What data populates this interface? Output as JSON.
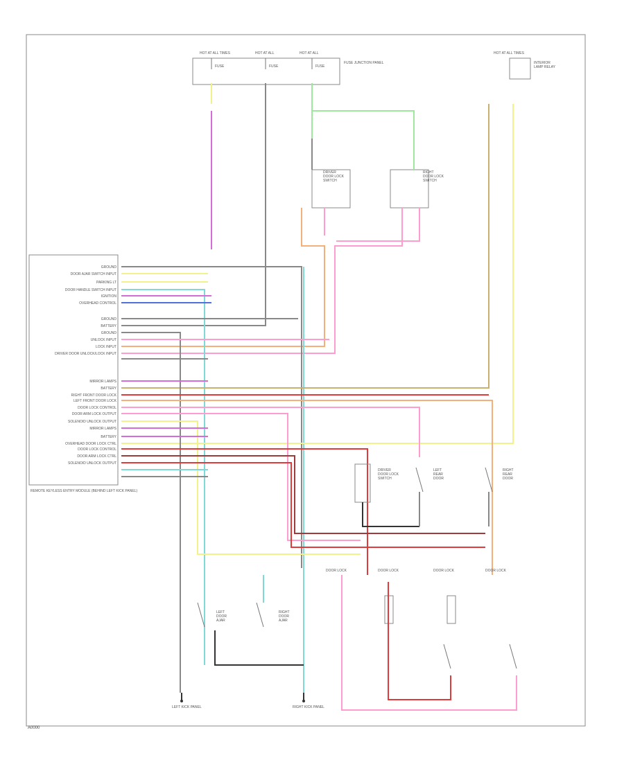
{
  "diagram": {
    "corner_code": "A0000",
    "colors": {
      "pink": "#ff9ccf",
      "magenta": "#d46bd6",
      "yellow": "#f2f28a",
      "light_green": "#9ee89e",
      "cyan": "#7ed9d9",
      "blue": "#4f6fd9",
      "orange": "#f5b07a",
      "red": "#e03a3a",
      "dark_red": "#a03a3a",
      "gray": "#888888",
      "black": "#333333",
      "tan": "#c8b070"
    },
    "module_labels": [
      "GROUND",
      "DOOR AJAR SWITCH INPUT",
      "PARKING LT",
      "DOOR HANDLE SWITCH INPUT",
      "IGNITION",
      "OVERHEAD CONTROL",
      "GROUND",
      "BATTERY",
      "GROUND",
      "UNLOCK INPUT",
      "LOCK INPUT",
      "DRIVER DOOR UNLOCK/LOCK INPUT",
      "MIRROR LAMPS",
      "BATTERY",
      "RIGHT FRONT DOOR LOCK",
      "LEFT FRONT DOOR LOCK",
      "DOOR LOCK CONTROL",
      "DOOR ARM LOCK OUTPUT",
      "SOLENOID UNLOCK OUTPUT",
      "MIRROR LAMPS",
      "BATTERY",
      "OVERHEAD DOOR LOCK CTRL",
      "DOOR LOCK CONTROL",
      "DOOR ARM LOCK CTRL",
      "SOLENOID UNLOCK OUTPUT"
    ],
    "module_name": "REMOTE KEYLESS ENTRY MODULE (BEHIND LEFT KICK PANEL)",
    "ground_labels": [
      "LEFT KICK PANEL",
      "RIGHT KICK PANEL"
    ]
  }
}
